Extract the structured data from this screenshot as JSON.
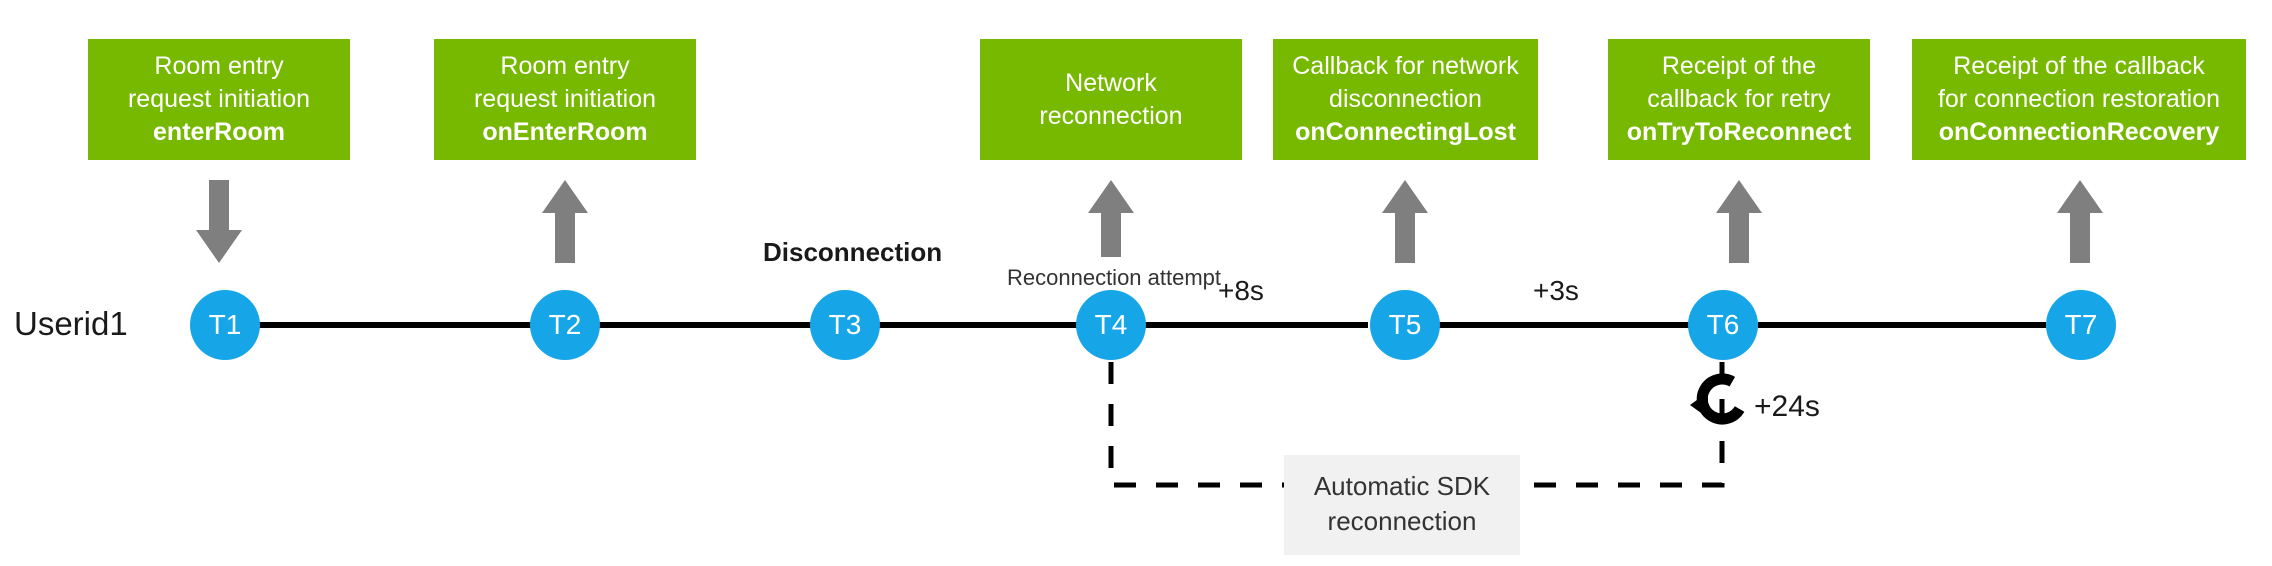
{
  "diagram": {
    "lane_label": "Userid1",
    "accent_green": "#76B900",
    "accent_blue": "#16A6E8",
    "line_color": "#000000",
    "arrow_color": "#7f7f7f",
    "chip_bg": "#f1f1f1"
  },
  "boxes": [
    {
      "id": "enter-room",
      "l1": "Room entry",
      "l2": "request initiation",
      "api": "enterRoom",
      "arrow": "down"
    },
    {
      "id": "on-enter-room",
      "l1": "Room entry",
      "l2": "request initiation",
      "api": "onEnterRoom",
      "arrow": "up"
    },
    {
      "id": "network-reconnection",
      "l1": "Network",
      "l2": "reconnection",
      "api": "",
      "arrow": "up"
    },
    {
      "id": "on-connecting-lost",
      "l1": "Callback for network",
      "l2": "disconnection",
      "api": "onConnectingLost",
      "arrow": "up"
    },
    {
      "id": "on-try-to-reconnect",
      "l1": "Receipt of the",
      "l2": "callback for retry",
      "api": "onTryToReconnect",
      "arrow": "up"
    },
    {
      "id": "on-connection-recovery",
      "l1": "Receipt of the callback",
      "l2": "for connection restoration",
      "api": "onConnectionRecovery",
      "arrow": "up"
    }
  ],
  "nodes": [
    {
      "id": "t1",
      "label": "T1"
    },
    {
      "id": "t2",
      "label": "T2"
    },
    {
      "id": "t3",
      "label": "T3"
    },
    {
      "id": "t4",
      "label": "T4"
    },
    {
      "id": "t5",
      "label": "T5"
    },
    {
      "id": "t6",
      "label": "T6"
    },
    {
      "id": "t7",
      "label": "T7"
    }
  ],
  "gap_labels": [
    {
      "id": "t4-t5",
      "text": "+8s"
    },
    {
      "id": "t5-t6",
      "text": "+3s"
    }
  ],
  "notes": [
    {
      "id": "disconnection",
      "text": "Disconnection"
    },
    {
      "id": "reconnection-attempt",
      "text": "Reconnection attempt"
    }
  ],
  "sdk_chip": {
    "l1": "Automatic SDK",
    "l2": "reconnection"
  },
  "retry_loop": {
    "icon": "loop-icon",
    "label": "+24s"
  }
}
